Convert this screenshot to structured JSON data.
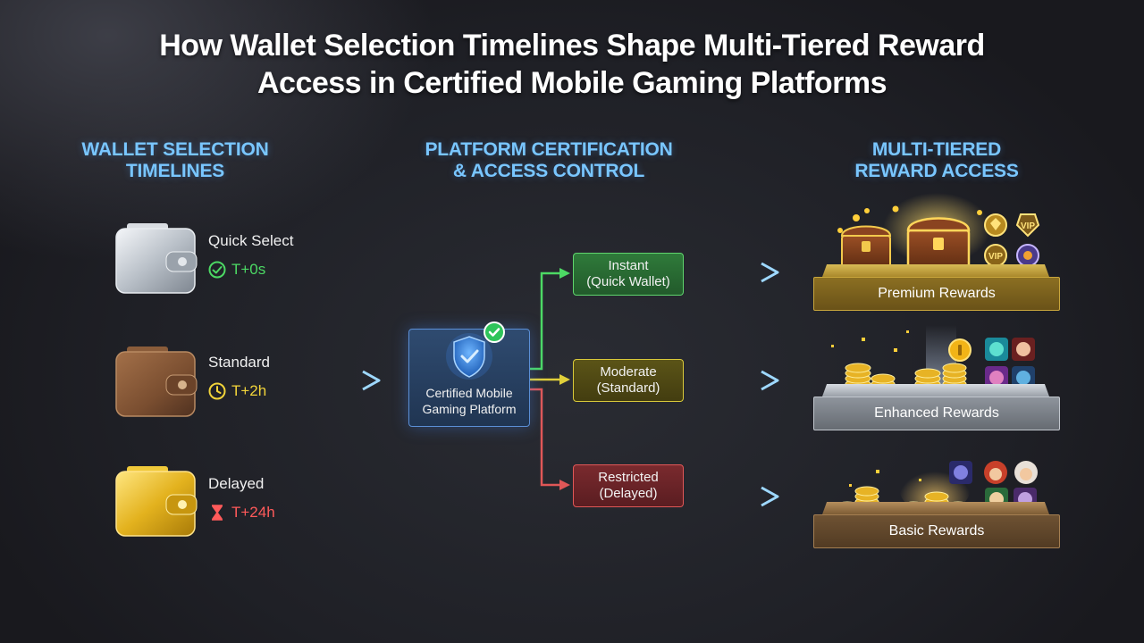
{
  "title": {
    "line1": "How Wallet Selection Timelines Shape Multi-Tiered Reward",
    "line2": "Access in Certified Mobile Gaming Platforms"
  },
  "columns": {
    "left": {
      "line1": "WALLET SELECTION",
      "line2": "TIMELINES"
    },
    "middle": {
      "line1": "PLATFORM CERTIFICATION",
      "line2": "& ACCESS CONTROL"
    },
    "right": {
      "line1": "MULTI-TIERED",
      "line2": "REWARD ACCESS"
    }
  },
  "wallets": [
    {
      "label": "Quick Select",
      "time": "T+0s",
      "time_color": "#4cd964",
      "icon": "check-circle-icon",
      "wallet_color": "silver"
    },
    {
      "label": "Standard",
      "time": "T+2h",
      "time_color": "#f2d43a",
      "icon": "clock-icon",
      "wallet_color": "brown"
    },
    {
      "label": "Delayed",
      "time": "T+24h",
      "time_color": "#ff5a5a",
      "icon": "hourglass-icon",
      "wallet_color": "gold"
    }
  ],
  "platform": {
    "line1": "Certified Mobile",
    "line2": "Gaming Platform",
    "icon": "shield-check-icon"
  },
  "tiers": [
    {
      "line1": "Instant",
      "line2": "(Quick Wallet)",
      "color": "#5fd46d"
    },
    {
      "line1": "Moderate",
      "line2": "(Standard)",
      "color": "#d9c93a"
    },
    {
      "line1": "Restricted",
      "line2": "(Delayed)",
      "color": "#e05757"
    }
  ],
  "rewards": [
    {
      "label": "Premium Rewards",
      "badges": [
        "VIP",
        "VIP"
      ]
    },
    {
      "label": "Enhanced Rewards"
    },
    {
      "label": "Basic Rewards"
    }
  ]
}
